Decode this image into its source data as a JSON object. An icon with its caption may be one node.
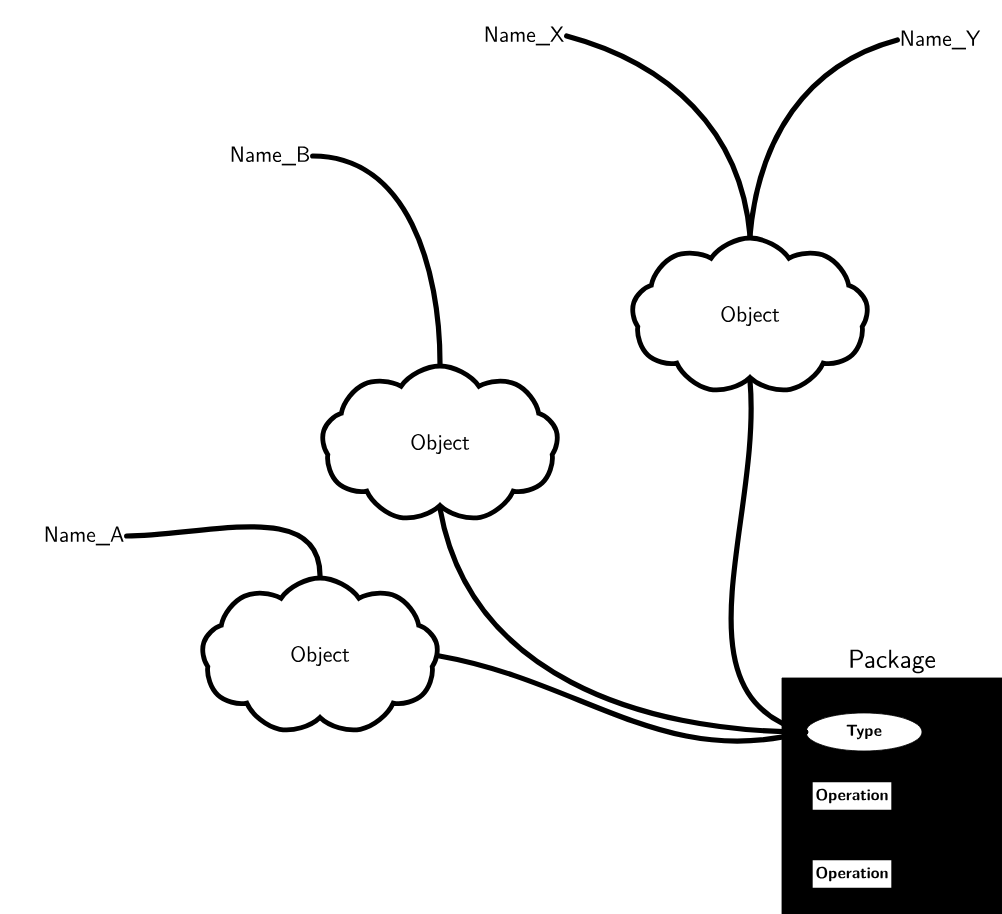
{
  "diagram": {
    "nodes": [
      {
        "text": [
          "Name_X"
        ]
      },
      {
        "text": [
          "Name_Y"
        ]
      },
      {
        "text": [
          "Name_B"
        ]
      },
      {
        "text": [
          "Name_A"
        ]
      },
      {
        "text": [
          "Object"
        ]
      },
      {
        "text": [
          "Object"
        ]
      },
      {
        "text": [
          "Object"
        ]
      },
      {
        "text": [
          "Package"
        ]
      },
      {
        "text": [
          "Type"
        ],
        "in": 7
      },
      {
        "text": [
          "Operation"
        ],
        "in": 7
      },
      {
        "text": [
          "Operation"
        ],
        "in": 7
      }
    ],
    "edges": [
      {
        "from": 0,
        "to": 4,
        "arrow": "none"
      },
      {
        "from": 1,
        "to": 4,
        "arrow": "none"
      },
      {
        "from": 2,
        "to": 5,
        "arrow": "none"
      },
      {
        "from": 3,
        "to": 6,
        "arrow": "none"
      },
      {
        "from": 5,
        "to": 8,
        "arrow": "none"
      },
      {
        "from": 4,
        "to": 8,
        "arrow": "none"
      },
      {
        "from": 6,
        "to": 8,
        "arrow": "none"
      }
    ]
  }
}
